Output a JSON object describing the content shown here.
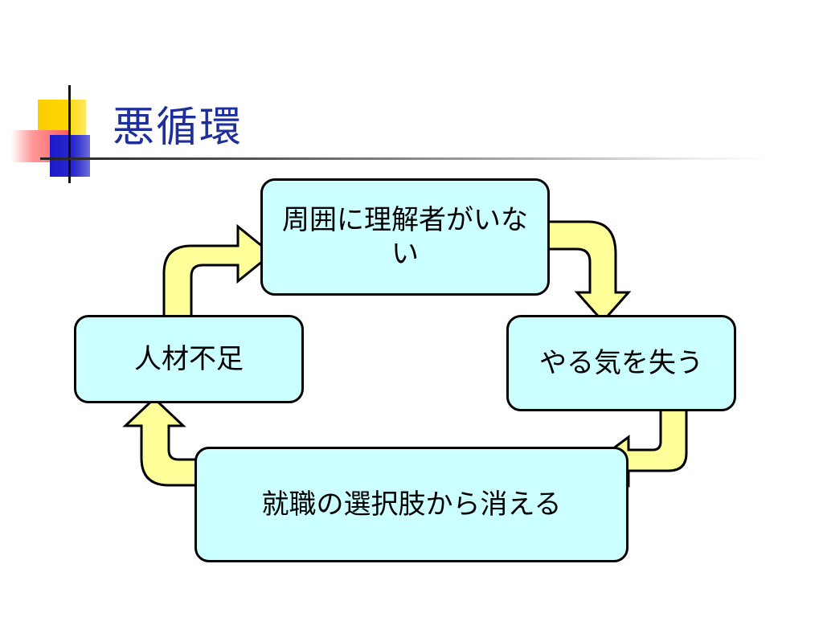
{
  "slide": {
    "title": "悪循環"
  },
  "cycle": {
    "nodes": {
      "top": "周囲に理解者がいない",
      "right": "やる気を失う",
      "bottom": "就職の選択肢から消える",
      "left": "人材不足"
    },
    "colors": {
      "box_fill": "#ccffff",
      "arrow_fill": "#ffff99",
      "title": "#1f2f99"
    }
  }
}
